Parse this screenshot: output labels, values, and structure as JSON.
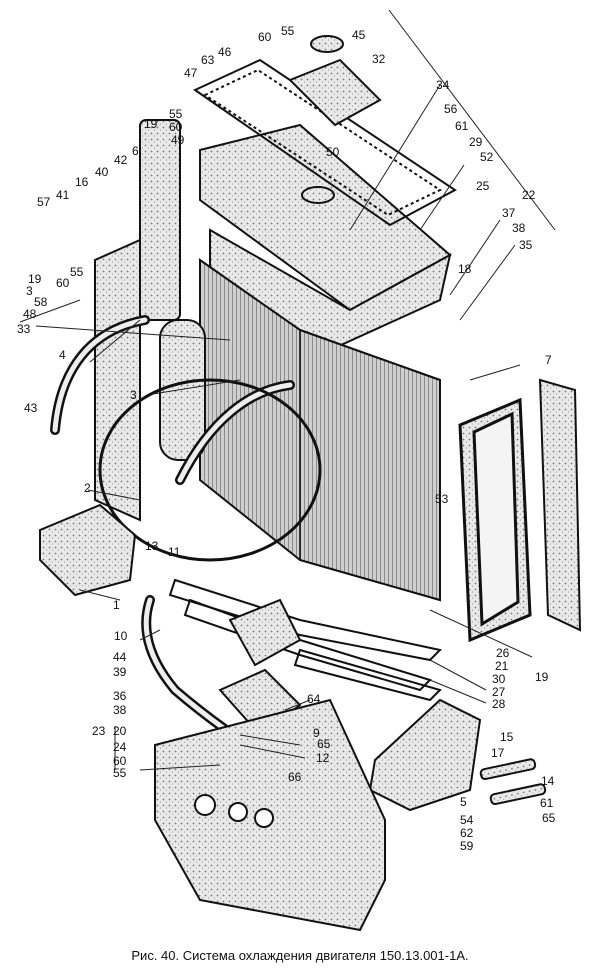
{
  "caption": "Рис. 40. Система охлаждения двигателя 150.13.001-1А.",
  "callouts": [
    "45",
    "55",
    "60",
    "32",
    "46",
    "63",
    "47",
    "34",
    "56",
    "61",
    "55",
    "19",
    "60",
    "49",
    "6",
    "29",
    "52",
    "50",
    "42",
    "40",
    "25",
    "22",
    "41",
    "16",
    "57",
    "37",
    "38",
    "18",
    "35",
    "19",
    "55",
    "60",
    "3",
    "58",
    "48",
    "33",
    "4",
    "7",
    "43",
    "3",
    "53",
    "2",
    "13",
    "11",
    "1",
    "10",
    "26",
    "44",
    "21",
    "19",
    "39",
    "30",
    "36",
    "64",
    "27",
    "38",
    "9",
    "28",
    "23",
    "20",
    "24",
    "65",
    "15",
    "60",
    "12",
    "17",
    "55",
    "66",
    "14",
    "5",
    "54",
    "61",
    "62",
    "65",
    "59"
  ]
}
